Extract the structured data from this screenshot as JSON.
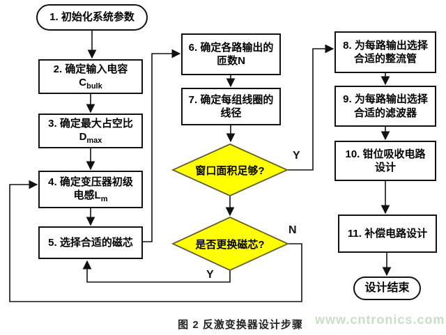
{
  "caption": "图 2 反激变换器设计步骤",
  "watermark": "www.cntronics.com",
  "flowchart": {
    "nodes": {
      "start": {
        "label": "1. 初始化系统参数"
      },
      "step2": {
        "line1": "2. 确定输入电容",
        "formula_main": "C",
        "formula_sub": "bulk"
      },
      "step3": {
        "line1": "3. 确定最大占空比",
        "formula_main": "D",
        "formula_sub": "max"
      },
      "step4": {
        "line1": "4. 确定变压器初级",
        "formula_main": "电感L",
        "formula_sub": "m"
      },
      "step5": {
        "label": "5. 选择合适的磁芯"
      },
      "step6": {
        "line1": "6. 确定各路输出的",
        "line2": "匝数N"
      },
      "step7": {
        "line1": "7. 确定每组线圈的",
        "line2": "线径"
      },
      "decision1": {
        "label": "窗口面积足够?"
      },
      "decision2": {
        "label": "是否更换磁芯?"
      },
      "step8": {
        "line1": "8. 为每路输出选择",
        "line2": "合适的整流管"
      },
      "step9": {
        "line1": "9. 为每路输出选择",
        "line2": "合适的滤波器"
      },
      "step10": {
        "line1": "10. 钳位吸收电路",
        "line2": "设计"
      },
      "step11": {
        "label": "11. 补偿电路设计"
      },
      "end": {
        "label": "设计结束"
      }
    },
    "edges": [
      {
        "from": "start",
        "to": "step2"
      },
      {
        "from": "step2",
        "to": "step3"
      },
      {
        "from": "step3",
        "to": "step4"
      },
      {
        "from": "step4",
        "to": "step5"
      },
      {
        "from": "step5",
        "to": "step6"
      },
      {
        "from": "step6",
        "to": "step7"
      },
      {
        "from": "step7",
        "to": "decision1"
      },
      {
        "from": "decision1",
        "to": "step8",
        "label": "Y"
      },
      {
        "from": "decision1",
        "to": "decision2"
      },
      {
        "from": "decision2",
        "to": "step5",
        "label": "Y"
      },
      {
        "from": "decision2",
        "to": "step4",
        "label": "N"
      },
      {
        "from": "step8",
        "to": "step9"
      },
      {
        "from": "step9",
        "to": "step10"
      },
      {
        "from": "step10",
        "to": "step11"
      },
      {
        "from": "step11",
        "to": "end"
      }
    ],
    "branch_labels": {
      "decision1_yes": "Y",
      "decision2_no": "N",
      "decision2_yes": "Y"
    },
    "colors": {
      "decision_fill": "#FFFF00",
      "decision_border": "#5f5f2f",
      "line": "#111111",
      "box_border": "#111111",
      "watermark": "#c7dfc7",
      "caption": "#222222"
    }
  }
}
